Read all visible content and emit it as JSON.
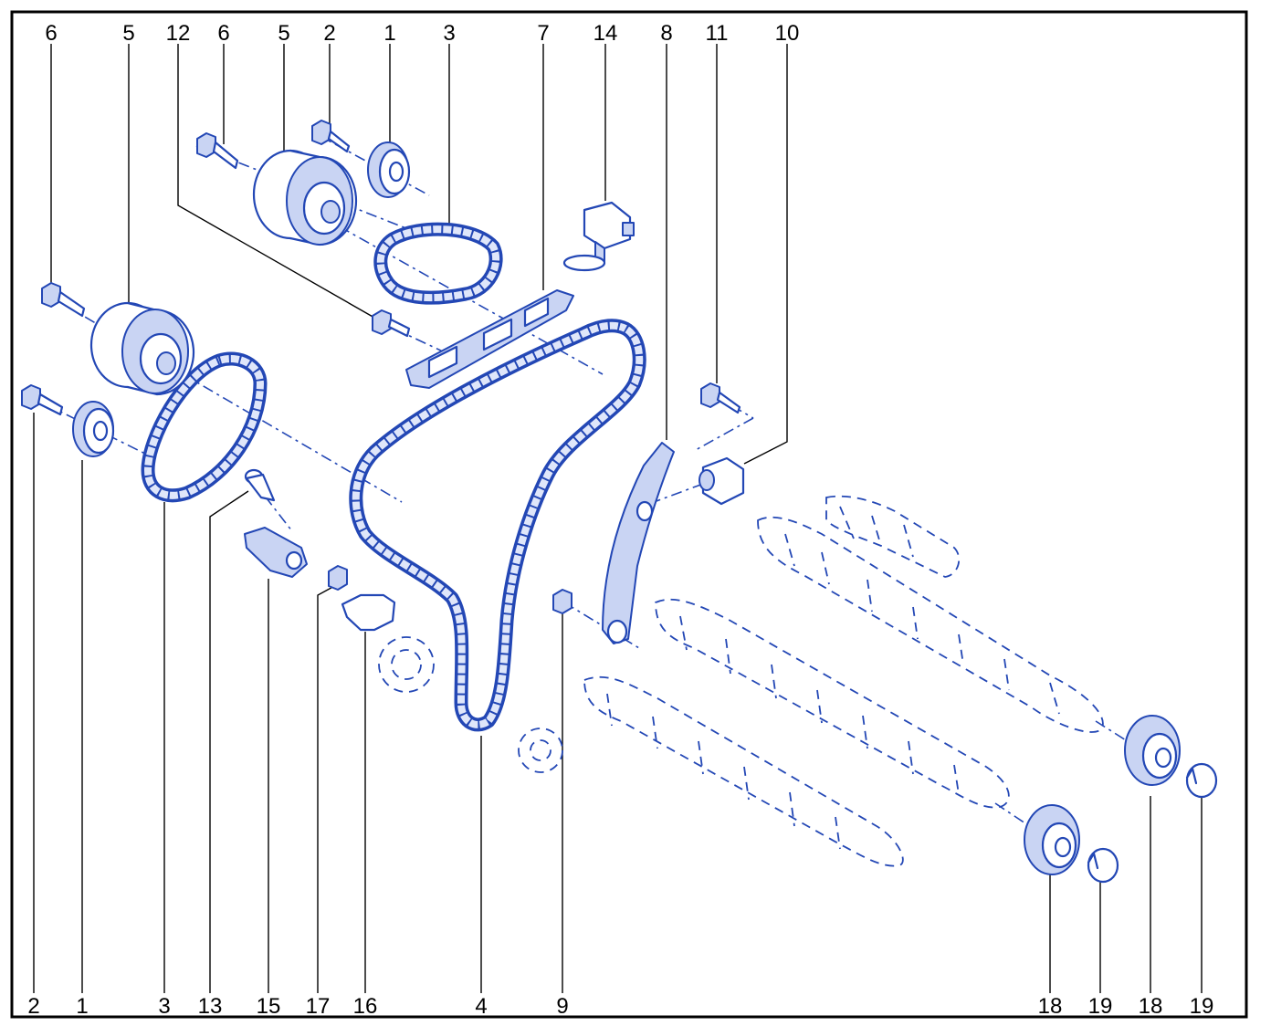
{
  "diagram": {
    "top_callouts": [
      "6",
      "5",
      "12",
      "6",
      "5",
      "2",
      "1",
      "3",
      "7",
      "14",
      "8",
      "11",
      "10"
    ],
    "bottom_callouts": [
      "2",
      "1",
      "3",
      "13",
      "15",
      "17",
      "16",
      "4",
      "9",
      "18",
      "19",
      "18",
      "19"
    ]
  }
}
